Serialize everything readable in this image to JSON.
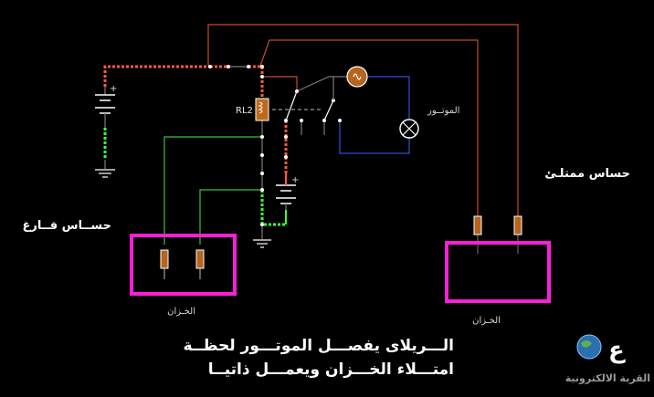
{
  "labels": {
    "relay": "RL2",
    "motor": "الموتــور",
    "sensor_full": "حساس ممتلـئ",
    "sensor_empty": "حســاس فــارغ",
    "tank_left": "الخـزان",
    "tank_right": "الخـزان",
    "caption_line1": "الـــريلاى يفصـــل الموتـــور لحظــة",
    "caption_line2": "امتـــلاء الخـــزان ويعمـــل ذاتيــا",
    "logo_text": "القرية الالكترونية",
    "logo_glyph": "ع"
  },
  "colors": {
    "background": "#000000",
    "wire_grey": "#7a7a7a",
    "wire_red": "#c84a2a",
    "wire_red_active": "#ff5a3c",
    "wire_green": "#3cc13c",
    "wire_green_active": "#3cff3c",
    "wire_blue": "#2a4fd8",
    "tank_border": "#ff1ed8",
    "resistor_body": "#b5651d",
    "motor_fill": "#b5651d"
  }
}
